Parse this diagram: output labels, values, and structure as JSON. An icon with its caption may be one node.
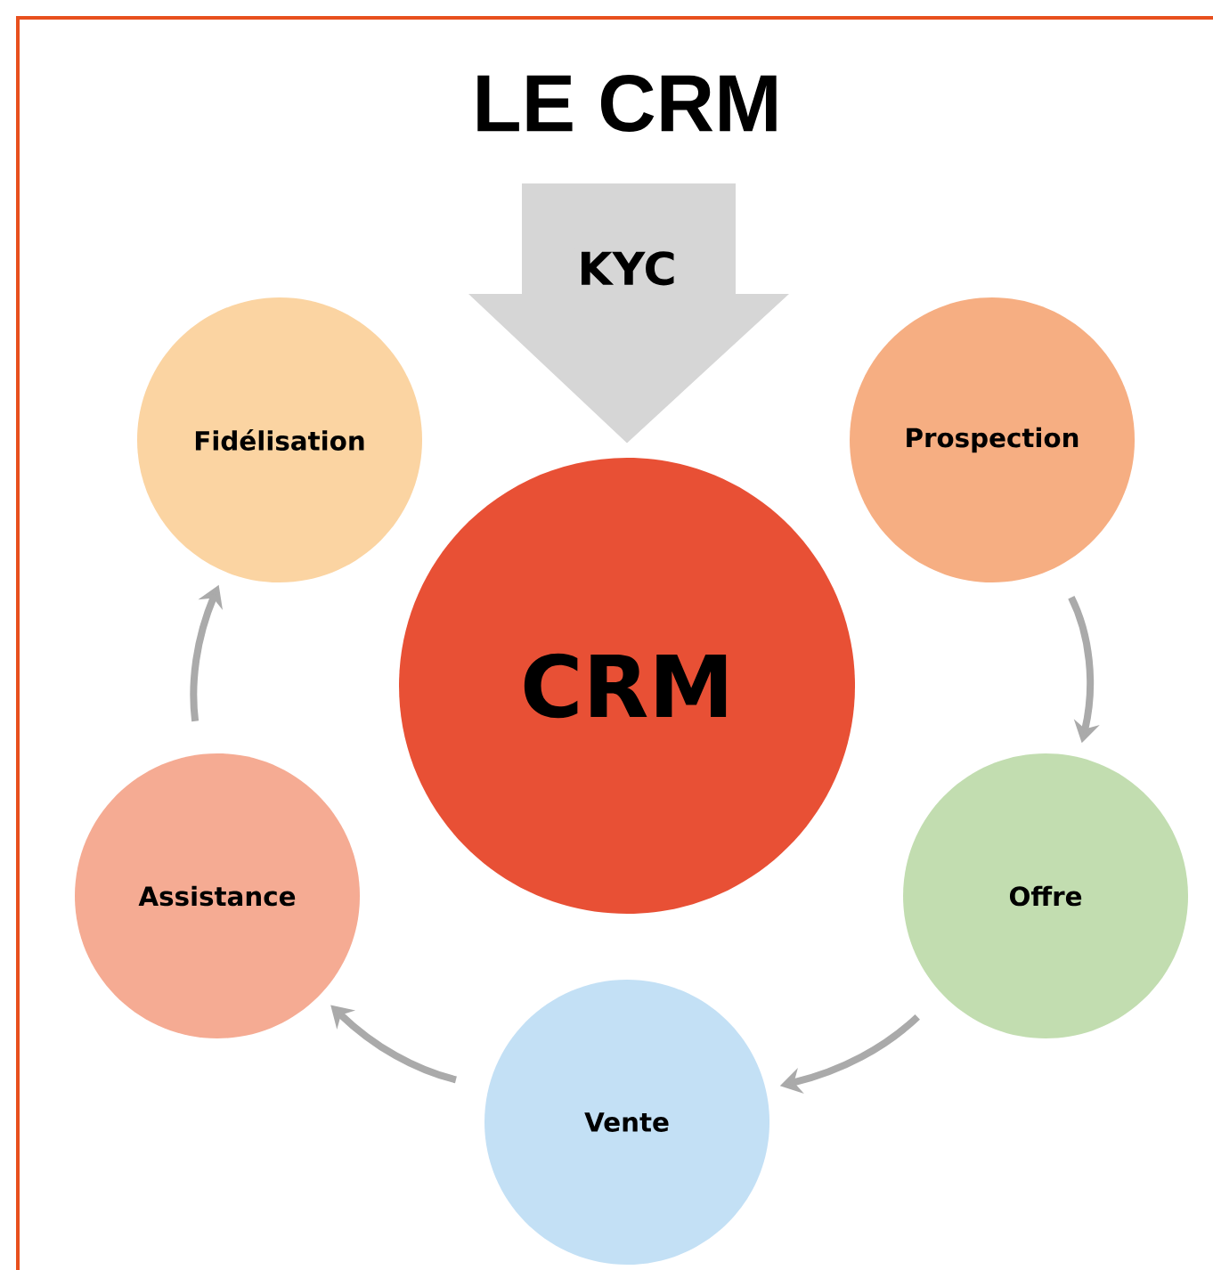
{
  "diagram": {
    "title": "LE CRM",
    "nodes": [
      {
        "text": [
          "Fidélisation"
        ]
      },
      {
        "text": [
          "Prospection"
        ]
      },
      {
        "text": [
          "CRM"
        ]
      },
      {
        "text": [
          "Assistance"
        ]
      },
      {
        "text": [
          "Offre"
        ]
      },
      {
        "text": [
          "Vente"
        ]
      }
    ],
    "edges": [
      {
        "from": null,
        "to": 2,
        "arrow": "to",
        "label": "KYC",
        "style": "thick",
        "color": "#d6d6d6"
      },
      {
        "from": 1,
        "to": 4,
        "arrow": "to"
      },
      {
        "from": 4,
        "to": 5,
        "arrow": "to"
      },
      {
        "from": 5,
        "to": 3,
        "arrow": "to"
      },
      {
        "from": 3,
        "to": 0,
        "arrow": "to"
      }
    ]
  }
}
